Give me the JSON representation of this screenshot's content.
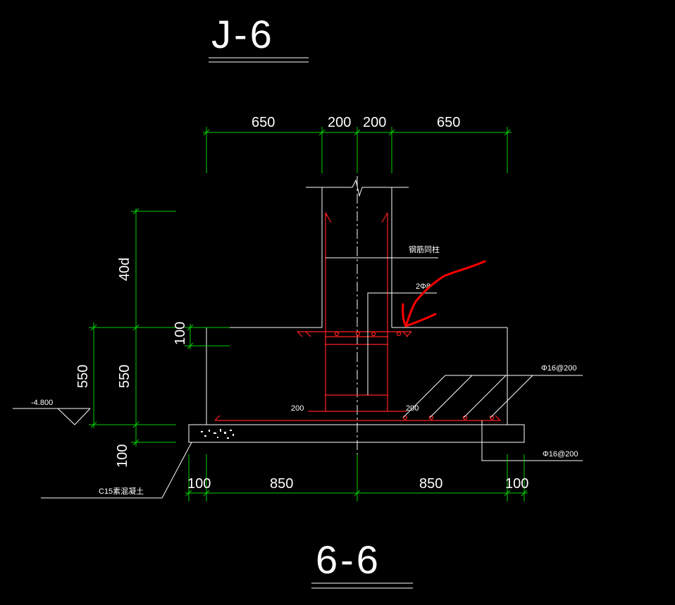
{
  "drawing": {
    "title": "J-6",
    "section_label": "6-6",
    "top_dimensions": [
      "650",
      "200",
      "200",
      "650"
    ],
    "bottom_dimensions": [
      "100",
      "850",
      "850",
      "100"
    ],
    "left_dimensions": {
      "anchorage": "40d",
      "cap_thickness": "100",
      "footing_height": "550",
      "total_height": "550",
      "cushion": "100"
    },
    "elevation": "-4.800",
    "notes": {
      "column_rebar": "钢筋同柱",
      "stirrup": "2Φ8",
      "hook_left": "200",
      "hook_right": "200",
      "rebar_top": "Φ16@200",
      "rebar_bottom": "Φ16@200",
      "cushion_material": "C15素混凝土"
    },
    "colors": {
      "background": "#000000",
      "dimension_lines": "#00d100",
      "outline": "#ffffff",
      "rebar": "#ff2020",
      "markup": "#ff0000"
    }
  }
}
